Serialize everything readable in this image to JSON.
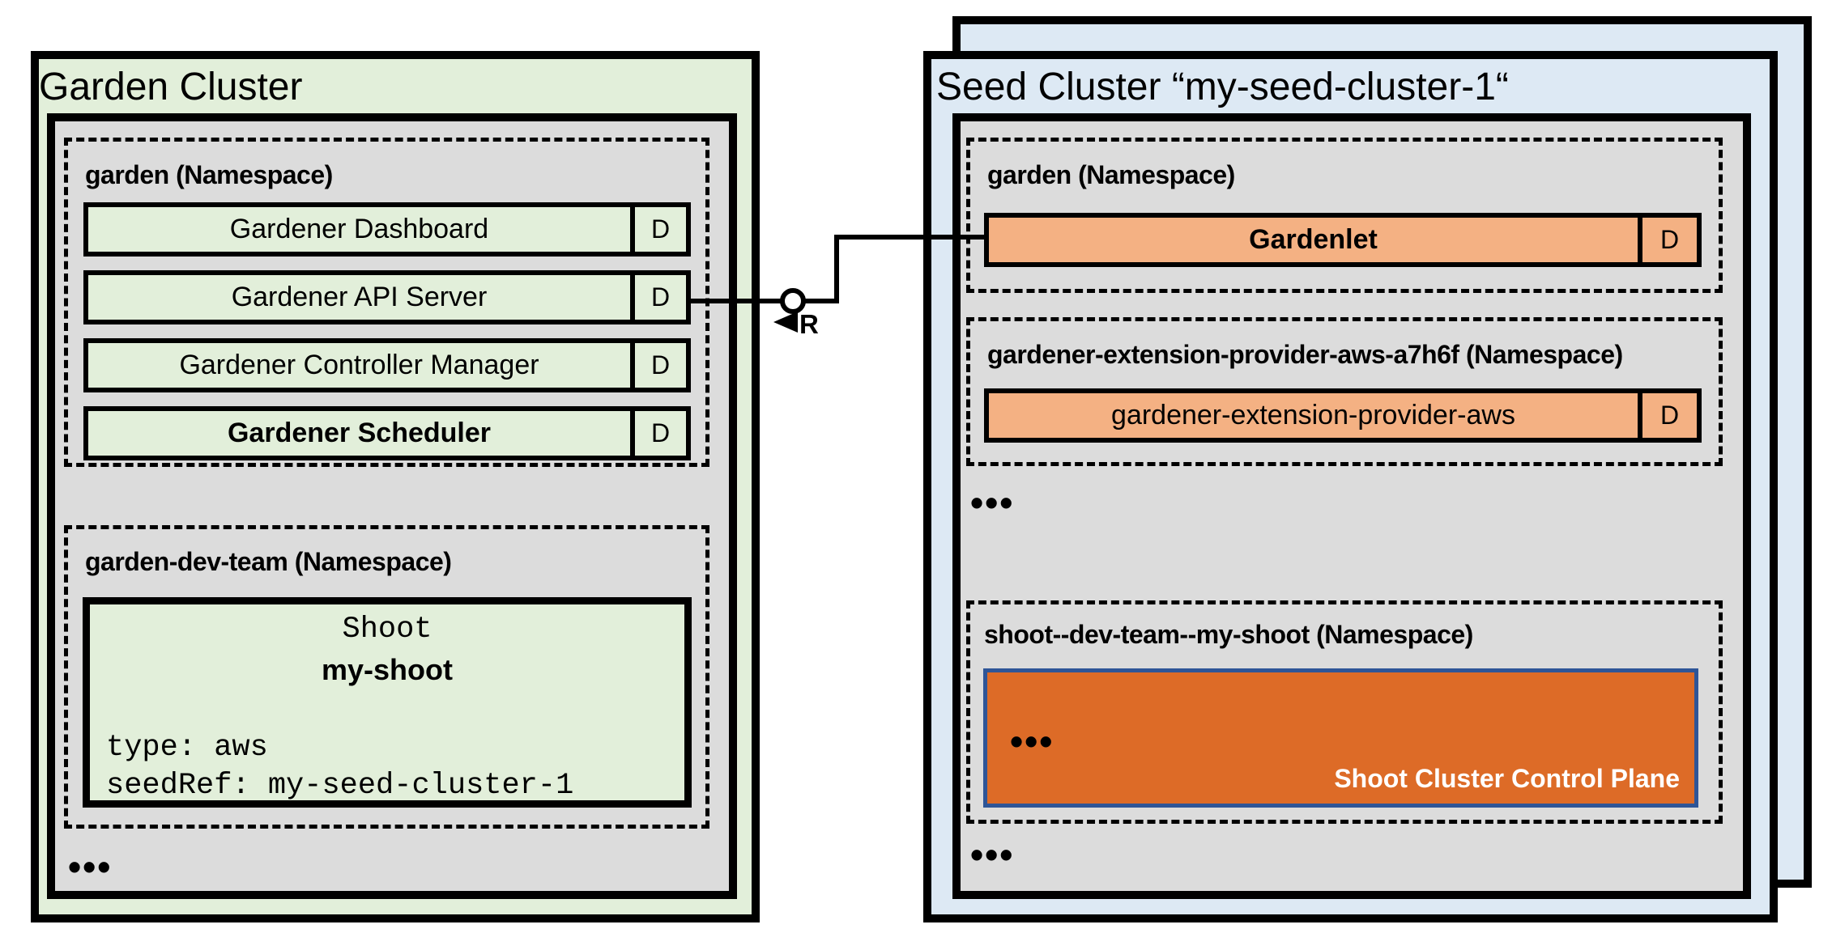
{
  "colors": {
    "green_fill": "#e2efda",
    "blue_fill": "#dde9f4",
    "gray_fill": "#dcdcdc",
    "orange_light": "#f4b183",
    "orange_dark": "#dd6b27",
    "control_border": "#2e5597"
  },
  "garden_cluster": {
    "title": "Garden Cluster",
    "namespace_garden": {
      "label": "garden (Namespace)",
      "rows": [
        {
          "label": "Gardener Dashboard",
          "badge": "D"
        },
        {
          "label": "Gardener API Server",
          "badge": "D"
        },
        {
          "label": "Gardener Controller Manager",
          "badge": "D"
        },
        {
          "label": "Gardener Scheduler",
          "badge": "D"
        }
      ]
    },
    "namespace_dev_team": {
      "label": "garden-dev-team (Namespace)",
      "shoot_card": {
        "kind": "Shoot",
        "name": "my-shoot",
        "spec_line_1": "type: aws",
        "spec_line_2": "seedRef: my-seed-cluster-1"
      }
    },
    "ellipsis": "•••"
  },
  "connector": {
    "reconcile_label": "R"
  },
  "seed_cluster": {
    "title": "Seed Cluster “my-seed-cluster-1“",
    "namespace_garden": {
      "label": "garden (Namespace)",
      "rows": [
        {
          "label": "Gardenlet",
          "badge": "D"
        }
      ]
    },
    "namespace_extension": {
      "label": "gardener-extension-provider-aws-a7h6f (Namespace)",
      "rows": [
        {
          "label": "gardener-extension-provider-aws",
          "badge": "D"
        }
      ]
    },
    "ellipsis_1": "•••",
    "namespace_shoot": {
      "label": "shoot--dev-team--my-shoot (Namespace)",
      "control_plane": {
        "ellipsis": "•••",
        "label": "Shoot Cluster Control Plane"
      }
    },
    "ellipsis_2": "•••"
  }
}
